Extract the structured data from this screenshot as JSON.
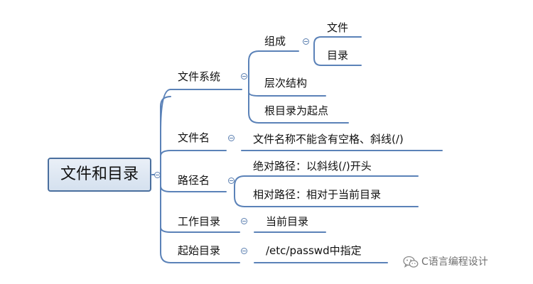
{
  "root": {
    "label": "文件和目录"
  },
  "branches": [
    {
      "label": "文件系统",
      "children": [
        {
          "label": "组成",
          "children": [
            {
              "label": "文件"
            },
            {
              "label": "目录"
            }
          ]
        },
        {
          "label": "层次结构"
        },
        {
          "label": "根目录为起点"
        }
      ]
    },
    {
      "label": "文件名",
      "children": [
        {
          "label": "文件名称不能含有空格、斜线(/)"
        }
      ]
    },
    {
      "label": "路径名",
      "children": [
        {
          "label": "绝对路径：以斜线(/)开头"
        },
        {
          "label": "相对路径：相对于当前目录"
        }
      ]
    },
    {
      "label": "工作目录",
      "children": [
        {
          "label": "当前目录"
        }
      ]
    },
    {
      "label": "起始目录",
      "children": [
        {
          "label": "/etc/passwd中指定"
        }
      ]
    }
  ],
  "watermark": {
    "text": "C语言编程设计",
    "icon": "wechat-icon"
  },
  "colors": {
    "line": "#5b82b8",
    "node_border": "#4a6f9e",
    "node_fill": "#dce6f2"
  }
}
